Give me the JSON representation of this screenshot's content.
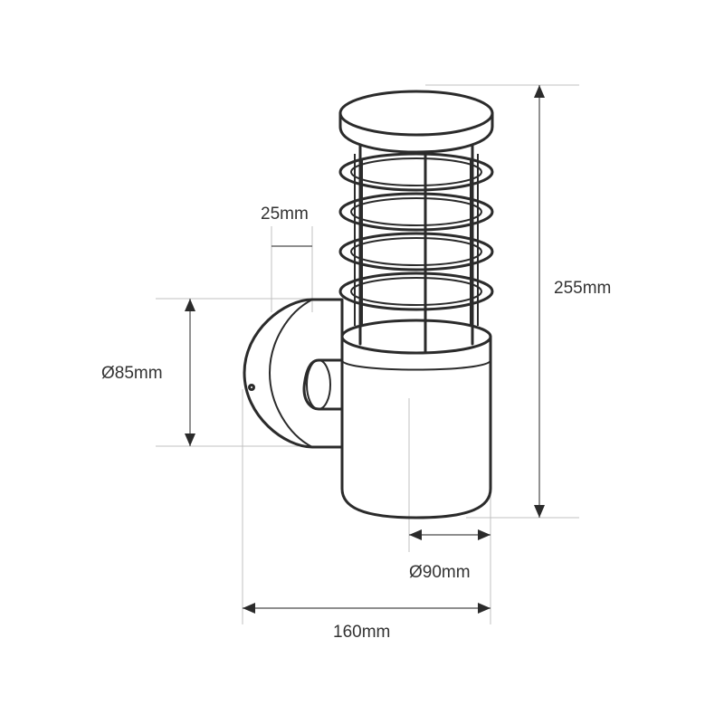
{
  "diagram": {
    "subject": "wall-lantern-technical-drawing",
    "dimensions": {
      "height": "255mm",
      "arm_offset": "25mm",
      "base_diameter": "Ø85mm",
      "body_diameter": "Ø90mm",
      "depth": "160mm"
    }
  },
  "colors": {
    "line": "#2b2b2b",
    "extension_line": "#c0c0c0",
    "text": "#333333",
    "background": "#ffffff"
  }
}
